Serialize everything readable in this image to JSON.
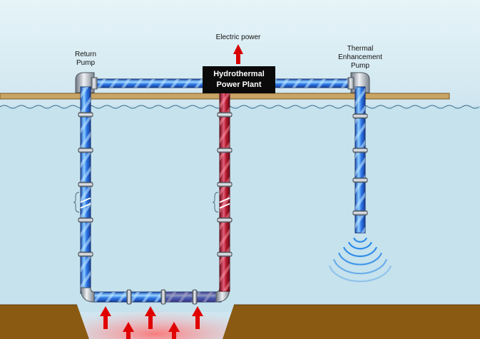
{
  "labels": {
    "electric_power": "Electric power",
    "return_pump": "Return\nPump",
    "power_plant": "Hydrothermal\nPower Plant",
    "thermal_pump": "Thermal\nEnhancement\nPump"
  },
  "colors": {
    "sky": "#d4eaf3",
    "water": "#c8e3ee",
    "ground": "#8a5a12",
    "deck": "#c8a465",
    "cold_pipe": "#2b6fe0",
    "hot_pipe": "#b4182c",
    "heat_arrow": "#e00000"
  }
}
